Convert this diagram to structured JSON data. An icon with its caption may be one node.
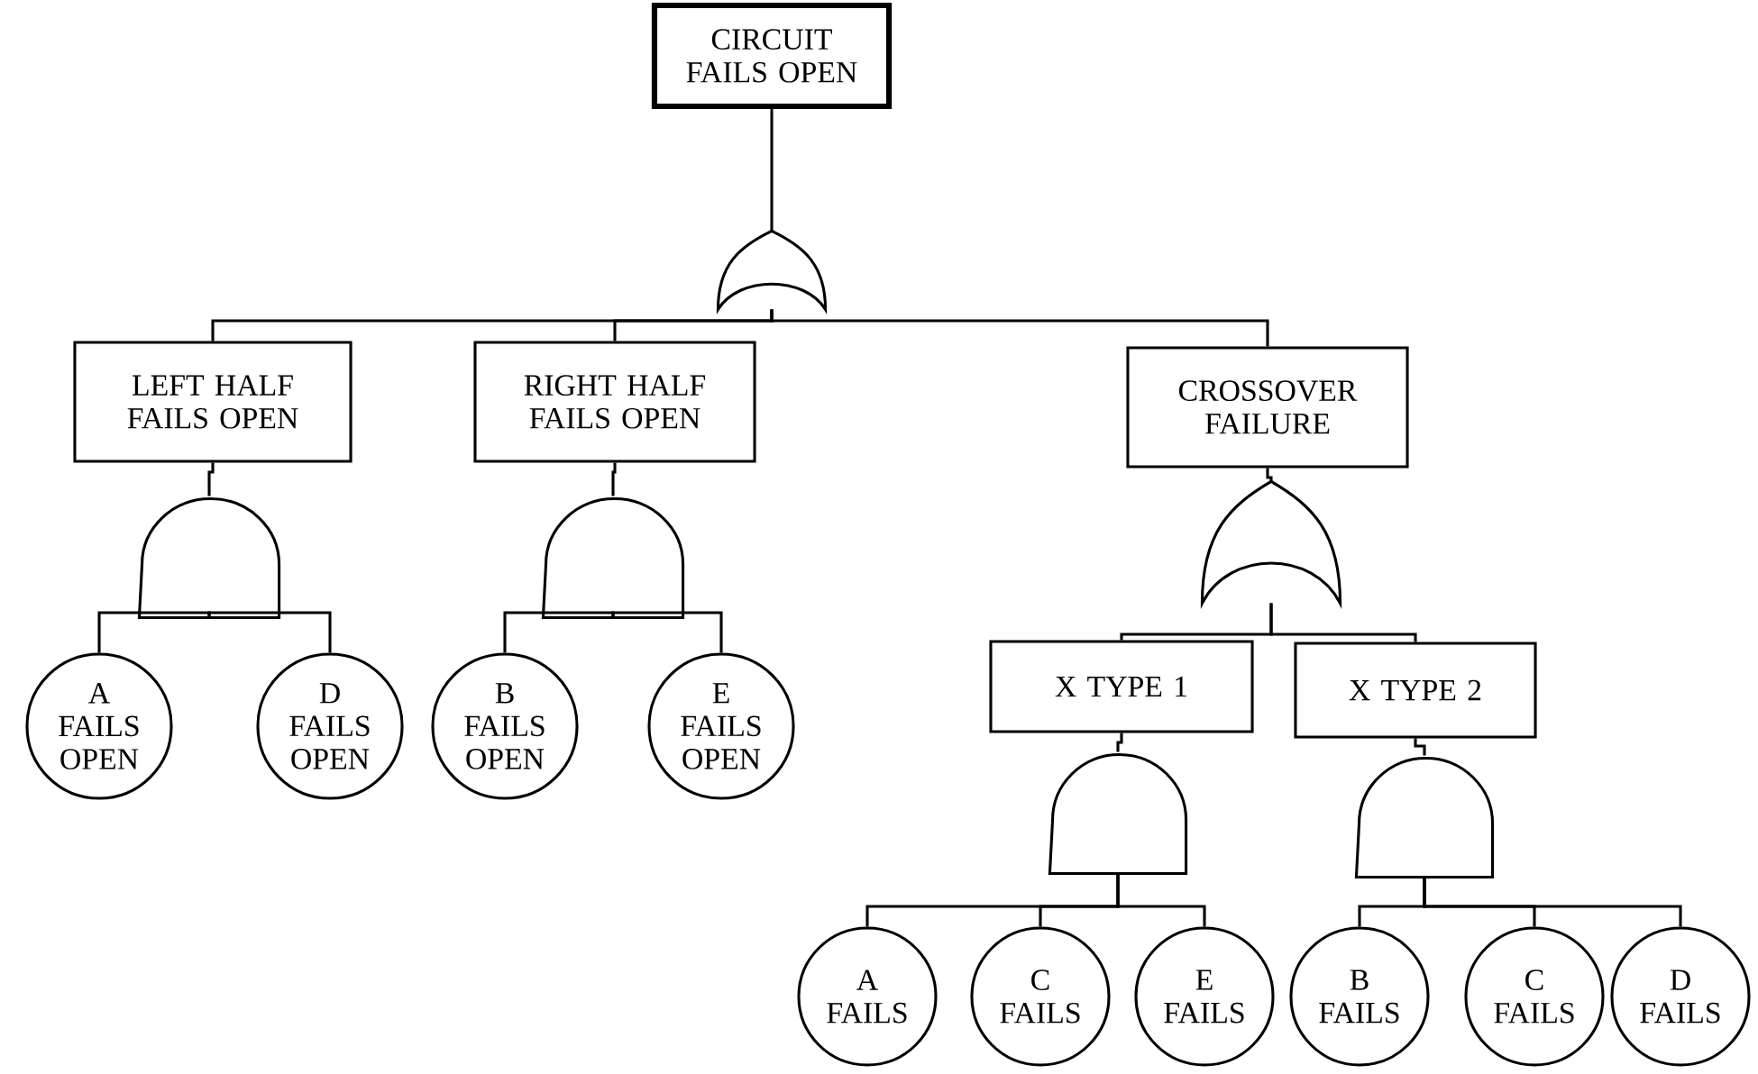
{
  "diagram": {
    "nodes": [
      {
        "text": [
          "CIRCUIT FAILS OPEN"
        ]
      },
      {
        "text": [],
        "shape": "or-gate"
      },
      {
        "text": [
          "LEFT HALF FAILS OPEN"
        ]
      },
      {
        "text": [
          "RIGHT HALF FAILS OPEN"
        ]
      },
      {
        "text": [
          "CROSSOVER FAILURE"
        ]
      },
      {
        "text": [],
        "shape": "and-gate"
      },
      {
        "text": [],
        "shape": "and-gate"
      },
      {
        "text": [],
        "shape": "or-gate"
      },
      {
        "text": [
          "A FAILS OPEN"
        ]
      },
      {
        "text": [
          "D FAILS OPEN"
        ]
      },
      {
        "text": [
          "B FAILS OPEN"
        ]
      },
      {
        "text": [
          "E FAILS OPEN"
        ]
      },
      {
        "text": [
          "X TYPE 1"
        ]
      },
      {
        "text": [
          "X TYPE 2"
        ]
      },
      {
        "text": [],
        "shape": "and-gate"
      },
      {
        "text": [],
        "shape": "and-gate"
      },
      {
        "text": [
          "A FAILS"
        ]
      },
      {
        "text": [
          "C FAILS"
        ]
      },
      {
        "text": [
          "E FAILS"
        ]
      },
      {
        "text": [
          "B FAILS"
        ]
      },
      {
        "text": [
          "C FAILS"
        ]
      },
      {
        "text": [
          "D FAILS"
        ]
      }
    ],
    "edges": [
      {
        "from": 0,
        "to": 1,
        "arrow": "none"
      },
      {
        "from": 1,
        "to": 2,
        "arrow": "none"
      },
      {
        "from": 1,
        "to": 3,
        "arrow": "none"
      },
      {
        "from": 1,
        "to": 4,
        "arrow": "none"
      },
      {
        "from": 2,
        "to": 5,
        "arrow": "none"
      },
      {
        "from": 3,
        "to": 6,
        "arrow": "none"
      },
      {
        "from": 4,
        "to": 7,
        "arrow": "none"
      },
      {
        "from": 5,
        "to": 8,
        "arrow": "none"
      },
      {
        "from": 5,
        "to": 9,
        "arrow": "none"
      },
      {
        "from": 6,
        "to": 10,
        "arrow": "none"
      },
      {
        "from": 6,
        "to": 11,
        "arrow": "none"
      },
      {
        "from": 7,
        "to": 12,
        "arrow": "none"
      },
      {
        "from": 7,
        "to": 13,
        "arrow": "none"
      },
      {
        "from": 12,
        "to": 14,
        "arrow": "none"
      },
      {
        "from": 13,
        "to": 15,
        "arrow": "none"
      },
      {
        "from": 14,
        "to": 16,
        "arrow": "none"
      },
      {
        "from": 14,
        "to": 17,
        "arrow": "none"
      },
      {
        "from": 14,
        "to": 18,
        "arrow": "none"
      },
      {
        "from": 15,
        "to": 19,
        "arrow": "none"
      },
      {
        "from": 15,
        "to": 20,
        "arrow": "none"
      },
      {
        "from": 15,
        "to": 21,
        "arrow": "none"
      }
    ]
  }
}
